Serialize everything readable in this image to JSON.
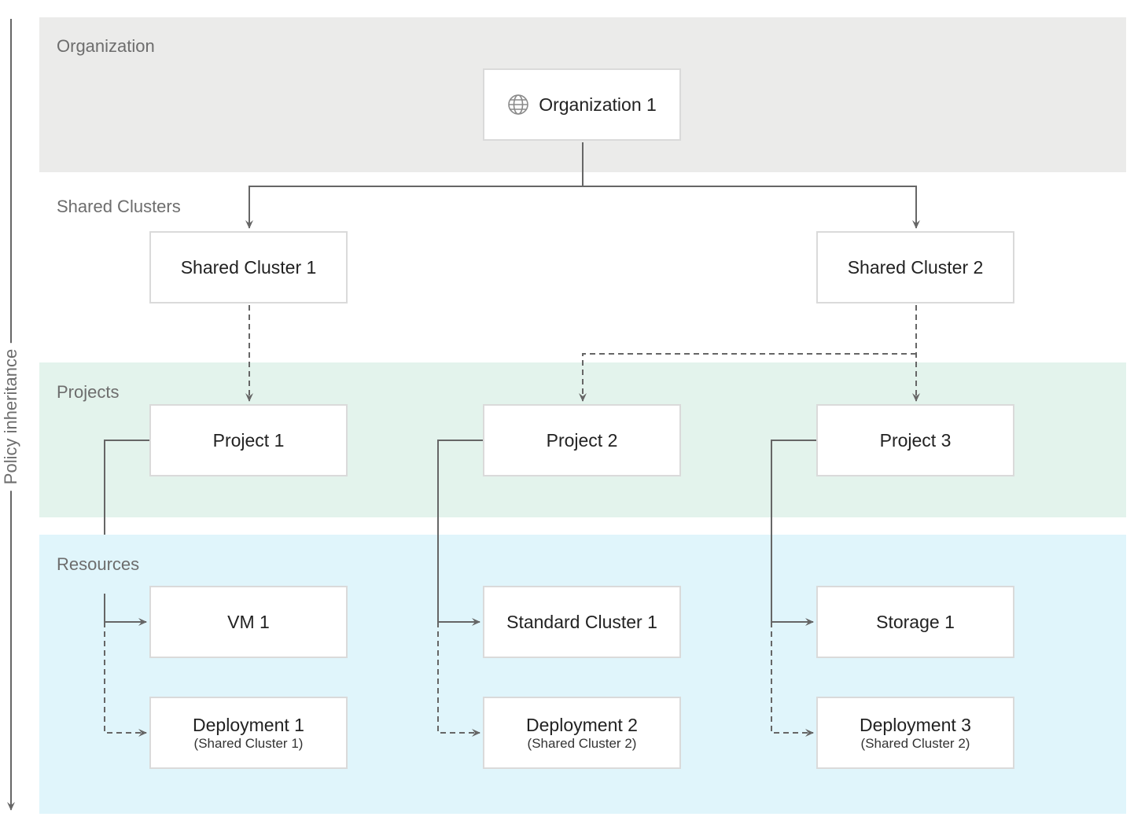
{
  "colors": {
    "organization_band": "#ebebea",
    "shared_clusters_band": "#ffffff",
    "projects_band": "#e3f3ec",
    "resources_band": "#e0f5fb",
    "line": "#666666",
    "node_border": "#dadada"
  },
  "axis": {
    "label": "Policy inheritance"
  },
  "bands": {
    "organization": "Organization",
    "shared_clusters": "Shared Clusters",
    "projects": "Projects",
    "resources": "Resources"
  },
  "nodes": {
    "organization_1": {
      "title": "Organization 1",
      "icon": "globe-icon"
    },
    "shared_cluster_1": {
      "title": "Shared Cluster 1"
    },
    "shared_cluster_2": {
      "title": "Shared Cluster 2"
    },
    "project_1": {
      "title": "Project 1"
    },
    "project_2": {
      "title": "Project 2"
    },
    "project_3": {
      "title": "Project 3"
    },
    "vm_1": {
      "title": "VM 1"
    },
    "standard_cluster_1": {
      "title": "Standard Cluster 1"
    },
    "storage_1": {
      "title": "Storage 1"
    },
    "deployment_1": {
      "title": "Deployment 1",
      "sub": "(Shared Cluster 1)"
    },
    "deployment_2": {
      "title": "Deployment 2",
      "sub": "(Shared Cluster 2)"
    },
    "deployment_3": {
      "title": "Deployment 3",
      "sub": "(Shared Cluster 2)"
    }
  },
  "edges": [
    {
      "from": "organization_1",
      "to": "shared_cluster_1",
      "style": "solid"
    },
    {
      "from": "organization_1",
      "to": "shared_cluster_2",
      "style": "solid"
    },
    {
      "from": "shared_cluster_1",
      "to": "project_1",
      "style": "dashed"
    },
    {
      "from": "shared_cluster_2",
      "to": "project_2",
      "style": "dashed"
    },
    {
      "from": "shared_cluster_2",
      "to": "project_3",
      "style": "dashed"
    },
    {
      "from": "project_1",
      "to": "vm_1",
      "style": "solid"
    },
    {
      "from": "project_1",
      "to": "deployment_1",
      "style": "dashed"
    },
    {
      "from": "project_2",
      "to": "standard_cluster_1",
      "style": "solid"
    },
    {
      "from": "project_2",
      "to": "deployment_2",
      "style": "dashed"
    },
    {
      "from": "project_3",
      "to": "storage_1",
      "style": "solid"
    },
    {
      "from": "project_3",
      "to": "deployment_3",
      "style": "dashed"
    }
  ]
}
